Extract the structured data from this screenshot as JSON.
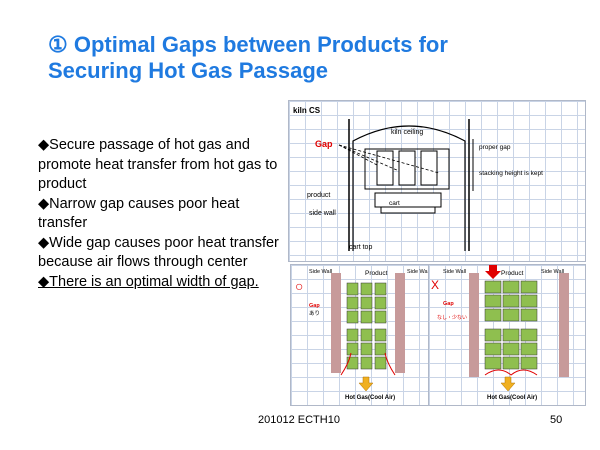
{
  "title": {
    "line1": "① Optimal Gaps between Products for",
    "line2": "Securing Hot Gas Passage"
  },
  "bullets": [
    "◆Secure passage of hot gas and promote heat transfer from hot gas to product",
    "◆Narrow gap causes poor heat transfer",
    "◆Wide gap causes poor heat transfer because air flows through center",
    "◆There is an optimal width of gap."
  ],
  "kiln_figure": {
    "label": "kiln CS",
    "gap": "Gap",
    "kiln_ceiling": "kiln ceiling",
    "proper_gap": "proper gap",
    "stacking_height": "stacking height is kept",
    "product": "product",
    "cart": "cart",
    "side_wall": "side wall",
    "cart_top": "cart top"
  },
  "left_figure": {
    "mark": "○",
    "side_wall": "Side Wall",
    "product": "Product",
    "gap": "Gap",
    "gap_note": "あり",
    "hot_gas": "Hot  Gas(Cool Air)"
  },
  "right_figure": {
    "mark": "X",
    "side_wall": "Side Wall",
    "product": "Product",
    "gap": "Gap",
    "gap_note": "なし・少ない",
    "hot_gas": "Hot  Gas(Cool Air)"
  },
  "footer": {
    "code": "201012 ECTH10",
    "page": "50"
  },
  "colors": {
    "title": "#1f7ae0",
    "gap_label": "#e00000",
    "product_fill": "#8fbf4f",
    "wall_fill": "#c79a9a",
    "arrow": "#f0b020"
  }
}
